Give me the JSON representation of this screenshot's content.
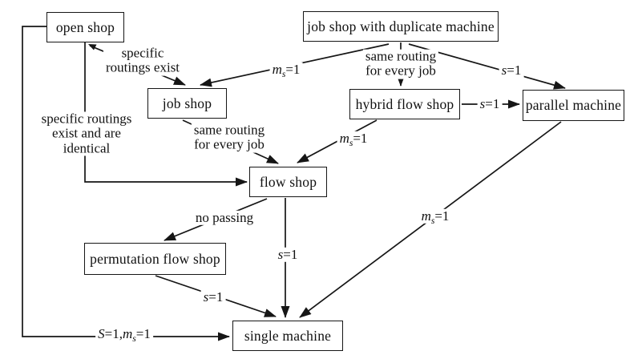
{
  "figure": {
    "type": "flowchart",
    "description": "reduction hierarchy of machine scheduling shop environments",
    "colors": {
      "ink": "#161616",
      "background": "#ffffff"
    },
    "nodes": {
      "open_shop": "open shop",
      "job_shop_with_duplicate_machine": "job shop with duplicate machine",
      "job_shop": "job shop",
      "hybrid_flow_shop": "hybrid flow shop",
      "parallel_machine": "parallel machine",
      "flow_shop": "flow shop",
      "permutation_flow_shop": "permutation flow shop",
      "single_machine": "single machine"
    },
    "edges": {
      "open_to_job": {
        "from": "open shop",
        "to": "job shop",
        "label_line1": "specific",
        "label_line2": "routings exist"
      },
      "dup_to_job": {
        "from": "job shop with duplicate machine",
        "to": "job shop",
        "m": "m",
        "sub": "s",
        "eq": "=1"
      },
      "dup_to_hybrid": {
        "from": "job shop with duplicate machine",
        "to": "hybrid flow shop",
        "label_line1": "same routing",
        "label_line2": "for every job"
      },
      "dup_to_parallel": {
        "from": "job shop with duplicate machine",
        "to": "parallel machine",
        "m": "s",
        "sub": "",
        "eq": "=1"
      },
      "hybrid_to_parallel": {
        "from": "hybrid flow shop",
        "to": "parallel machine",
        "m": "s",
        "sub": "",
        "eq": "=1"
      },
      "job_to_flow": {
        "from": "job shop",
        "to": "flow shop",
        "label_line1": "same routing",
        "label_line2": "for every job"
      },
      "hybrid_to_flow": {
        "from": "hybrid flow shop",
        "to": "flow shop",
        "m": "m",
        "sub": "s",
        "eq": "=1"
      },
      "open_to_flow": {
        "from": "open shop",
        "to": "flow shop",
        "label_line1": "specific routings",
        "label_line2": "exist and are",
        "label_line3": "identical"
      },
      "flow_to_permutation": {
        "from": "flow shop",
        "to": "permutation flow shop",
        "label": "no passing"
      },
      "flow_to_single": {
        "from": "flow shop",
        "to": "single machine",
        "m": "s",
        "sub": "",
        "eq": "=1"
      },
      "permutation_to_single": {
        "from": "permutation flow shop",
        "to": "single machine",
        "m": "s",
        "sub": "",
        "eq": "=1"
      },
      "parallel_to_single": {
        "from": "parallel machine",
        "to": "single machine",
        "m": "m",
        "sub": "s",
        "eq": "=1"
      },
      "open_to_single": {
        "from": "open shop",
        "to": "single machine",
        "a": "S",
        "b": "=1,",
        "c": "m",
        "sub": "s",
        "d": "=1"
      }
    }
  }
}
